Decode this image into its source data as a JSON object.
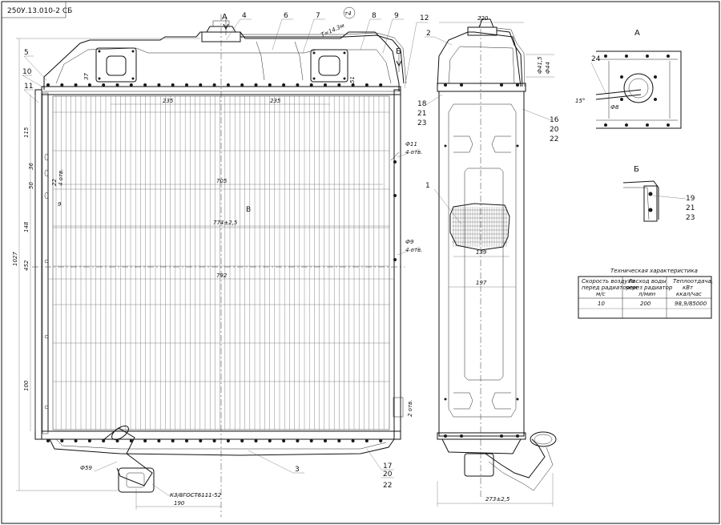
{
  "drawing": {
    "stamp_number": "250У.13.010-2 СБ",
    "note_circle": "т4",
    "view_labels": {
      "a": "А",
      "b": "Б",
      "section_b": "В"
    },
    "pipe_label": "Т=14.3м",
    "callouts": [
      "1",
      "2",
      "3",
      "4",
      "5",
      "6",
      "7",
      "8",
      "9",
      "10",
      "11",
      "12",
      "16",
      "17",
      "18",
      "19",
      "20",
      "21",
      "22",
      "23",
      "24"
    ],
    "callout_groups": {
      "left_18": [
        "18",
        "21",
        "23"
      ],
      "right_16": [
        "16",
        "20",
        "22"
      ],
      "bottom_17": [
        "17",
        "20",
        "22"
      ],
      "detail_19": [
        "19",
        "21",
        "23"
      ]
    },
    "dimensions": {
      "top_235_left": "235",
      "top_235_right": "235",
      "core_705": "705",
      "core_774": "774±2,5",
      "core_792": "792",
      "width_190": "190",
      "height_1027": "1027",
      "height_452": "452",
      "height_148": "148",
      "height_100": "100",
      "height_115": "115",
      "small_50": "50",
      "small_36": "36",
      "small_22": "22",
      "small_9": "9",
      "small_37": "37",
      "small_51": "51",
      "hole_11": "Ф11",
      "hole_9": "Ф9",
      "qty_4": "4 отв.",
      "qty_2": "2 отв.",
      "hole_59": "Ф59",
      "side_220": "220",
      "side_197": "197",
      "side_139": "139",
      "side_273": "273±2,5",
      "pipe_415": "Ф41,5",
      "pipe_44": "Ф44",
      "angle_15": "15°",
      "dia_8": "Ф8",
      "thread_note": "К3/8ГОСТ6111-52"
    },
    "tech_table": {
      "title": "Техническая характеристика",
      "headers": [
        [
          "Скорость воздуха",
          "перед радиатором",
          "м/с"
        ],
        [
          "Расход воды",
          "через радиатор",
          "л/мин"
        ],
        [
          "Теплоотдача,",
          "кВт",
          "ккал/час"
        ]
      ],
      "row": [
        "10",
        "200",
        "98,9/85000"
      ]
    }
  }
}
